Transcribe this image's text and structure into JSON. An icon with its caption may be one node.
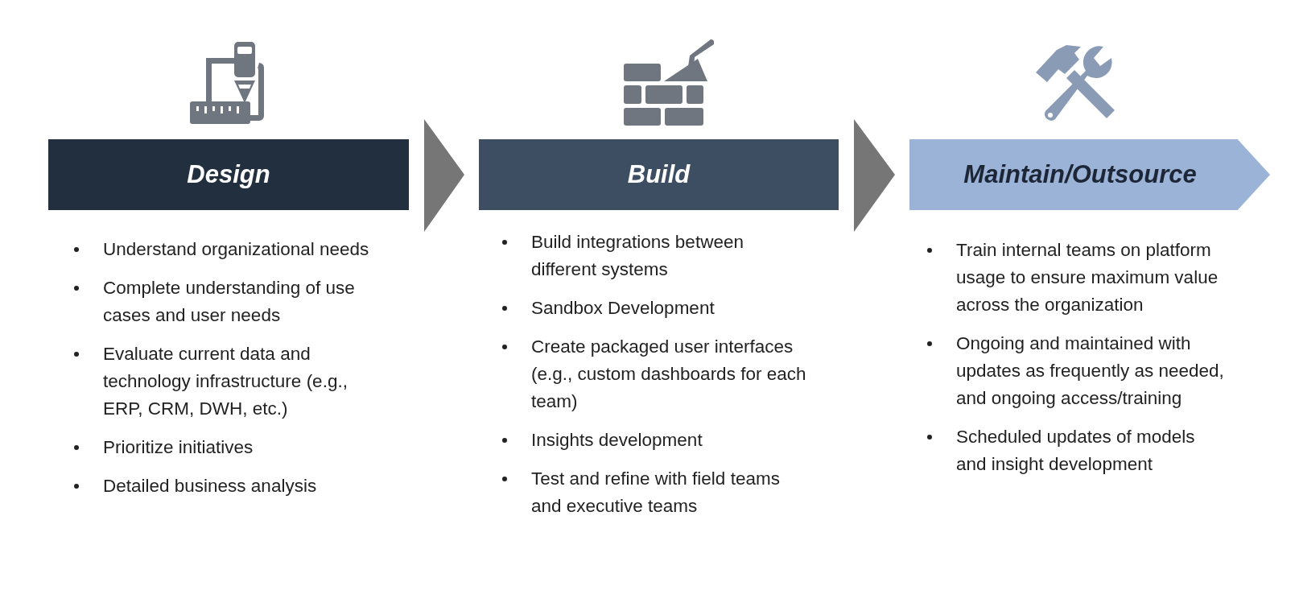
{
  "diagram": {
    "nodes": [
      {
        "text": [
          "Design"
        ],
        "beside": [
          "Understand organizational needs",
          "Complete understanding of use cases and user needs",
          "Evaluate current data and technology infrastructure (e.g., ERP, CRM, DWH, etc.)",
          "Prioritize initiatives",
          "Detailed business analysis"
        ]
      },
      {
        "text": [
          "Build"
        ],
        "beside": [
          "Build integrations between different systems",
          "Sandbox Development",
          "Create packaged user interfaces (e.g., custom dashboards for each team)",
          "Insights development",
          "Test and refine with field teams and executive teams"
        ]
      },
      {
        "text": [
          "Maintain/Outsource"
        ],
        "beside": [
          "Train internal teams on platform usage to ensure maximum value across the organization",
          "Ongoing and maintained with updates as frequently as needed, and ongoing access/training",
          "Scheduled updates of models and insight development"
        ]
      }
    ],
    "edges": [
      {
        "from": 0,
        "to": 1,
        "arrow": "to"
      },
      {
        "from": 1,
        "to": 2,
        "arrow": "to"
      }
    ]
  }
}
